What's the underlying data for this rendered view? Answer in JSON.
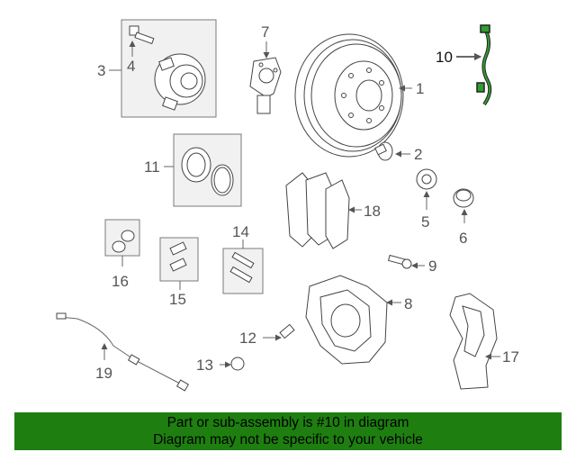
{
  "diagram": {
    "callouts": {
      "c1": "1",
      "c2": "2",
      "c3": "3",
      "c4": "4",
      "c5": "5",
      "c6": "6",
      "c7": "7",
      "c8": "8",
      "c9": "9",
      "c10": "10",
      "c11": "11",
      "c12": "12",
      "c13": "13",
      "c14": "14",
      "c15": "15",
      "c16": "16",
      "c17": "17",
      "c18": "18",
      "c19": "19"
    },
    "highlighted_part": "10",
    "highlight_color": "#2f9e2f"
  },
  "banner": {
    "line1": "Part or sub-assembly is #10 in diagram",
    "line2": "Diagram may not be specific to your vehicle",
    "background": "#1e7f10"
  }
}
